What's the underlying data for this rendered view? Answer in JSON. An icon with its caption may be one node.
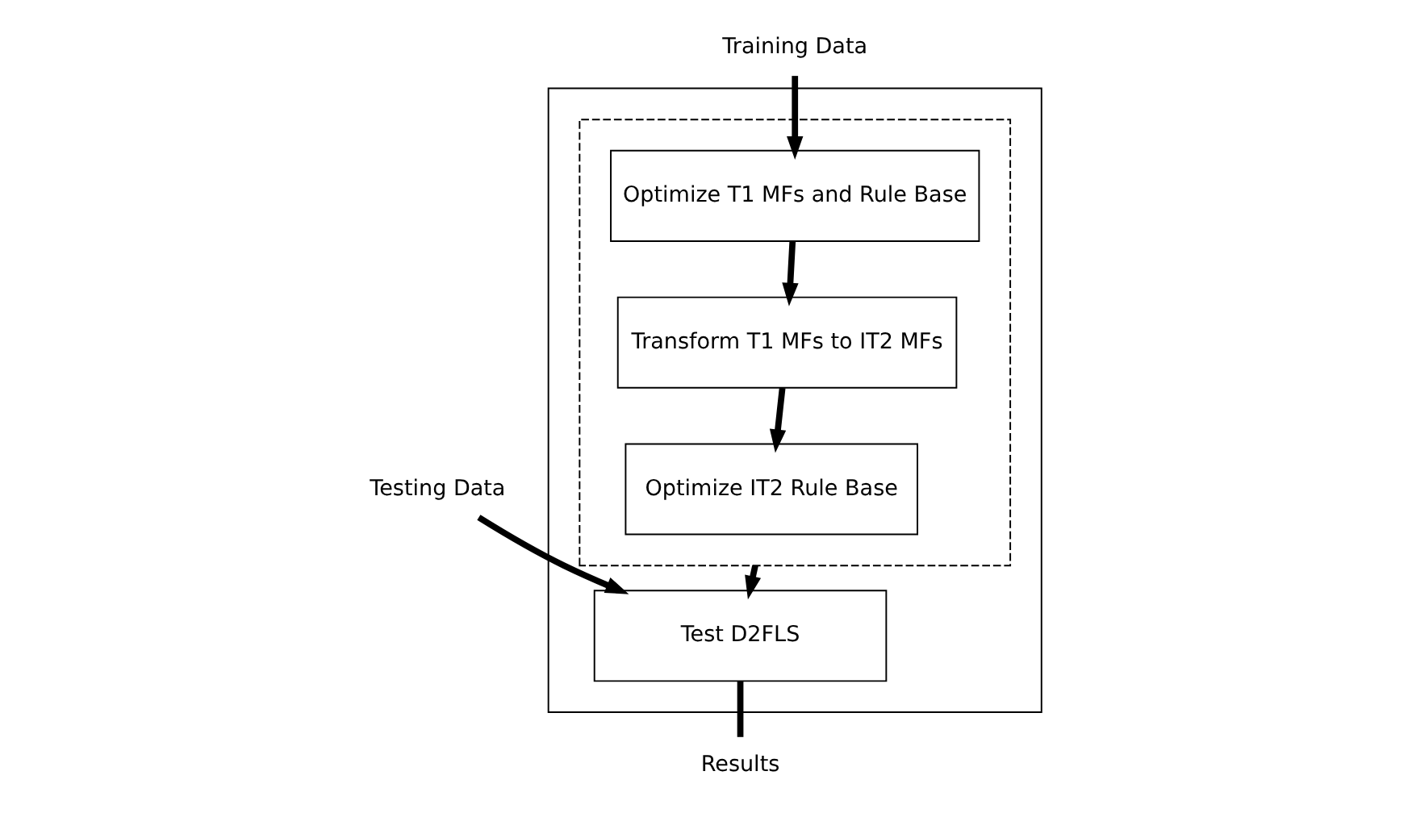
{
  "diagram": {
    "nodes": [
      {
        "text": [],
        "shape": "box"
      },
      {
        "text": [],
        "shape": "box",
        "in": 0
      },
      {
        "text": [
          "Optimize T1 MFs and Rule Base"
        ],
        "in": 1
      },
      {
        "text": [
          "Transform T1 MFs to IT2 MFs"
        ],
        "in": 1
      },
      {
        "text": [
          "Optimize IT2 Rule Base"
        ],
        "in": 1
      },
      {
        "text": [
          "Test D2FLS"
        ],
        "in": 0
      },
      {
        "text": [
          "Training Data"
        ]
      },
      {
        "text": [
          "Testing Data"
        ]
      },
      {
        "text": [
          "Results"
        ]
      }
    ],
    "edges": [
      {
        "from": 6,
        "to": 2,
        "arrow": "to"
      },
      {
        "from": 2,
        "to": 3,
        "arrow": "to"
      },
      {
        "from": 3,
        "to": 4,
        "arrow": "to"
      },
      {
        "from": 1,
        "to": 5,
        "arrow": "to"
      },
      {
        "from": 7,
        "to": 5,
        "arrow": "to"
      },
      {
        "from": 5,
        "to": 8,
        "arrow": "none"
      }
    ]
  }
}
